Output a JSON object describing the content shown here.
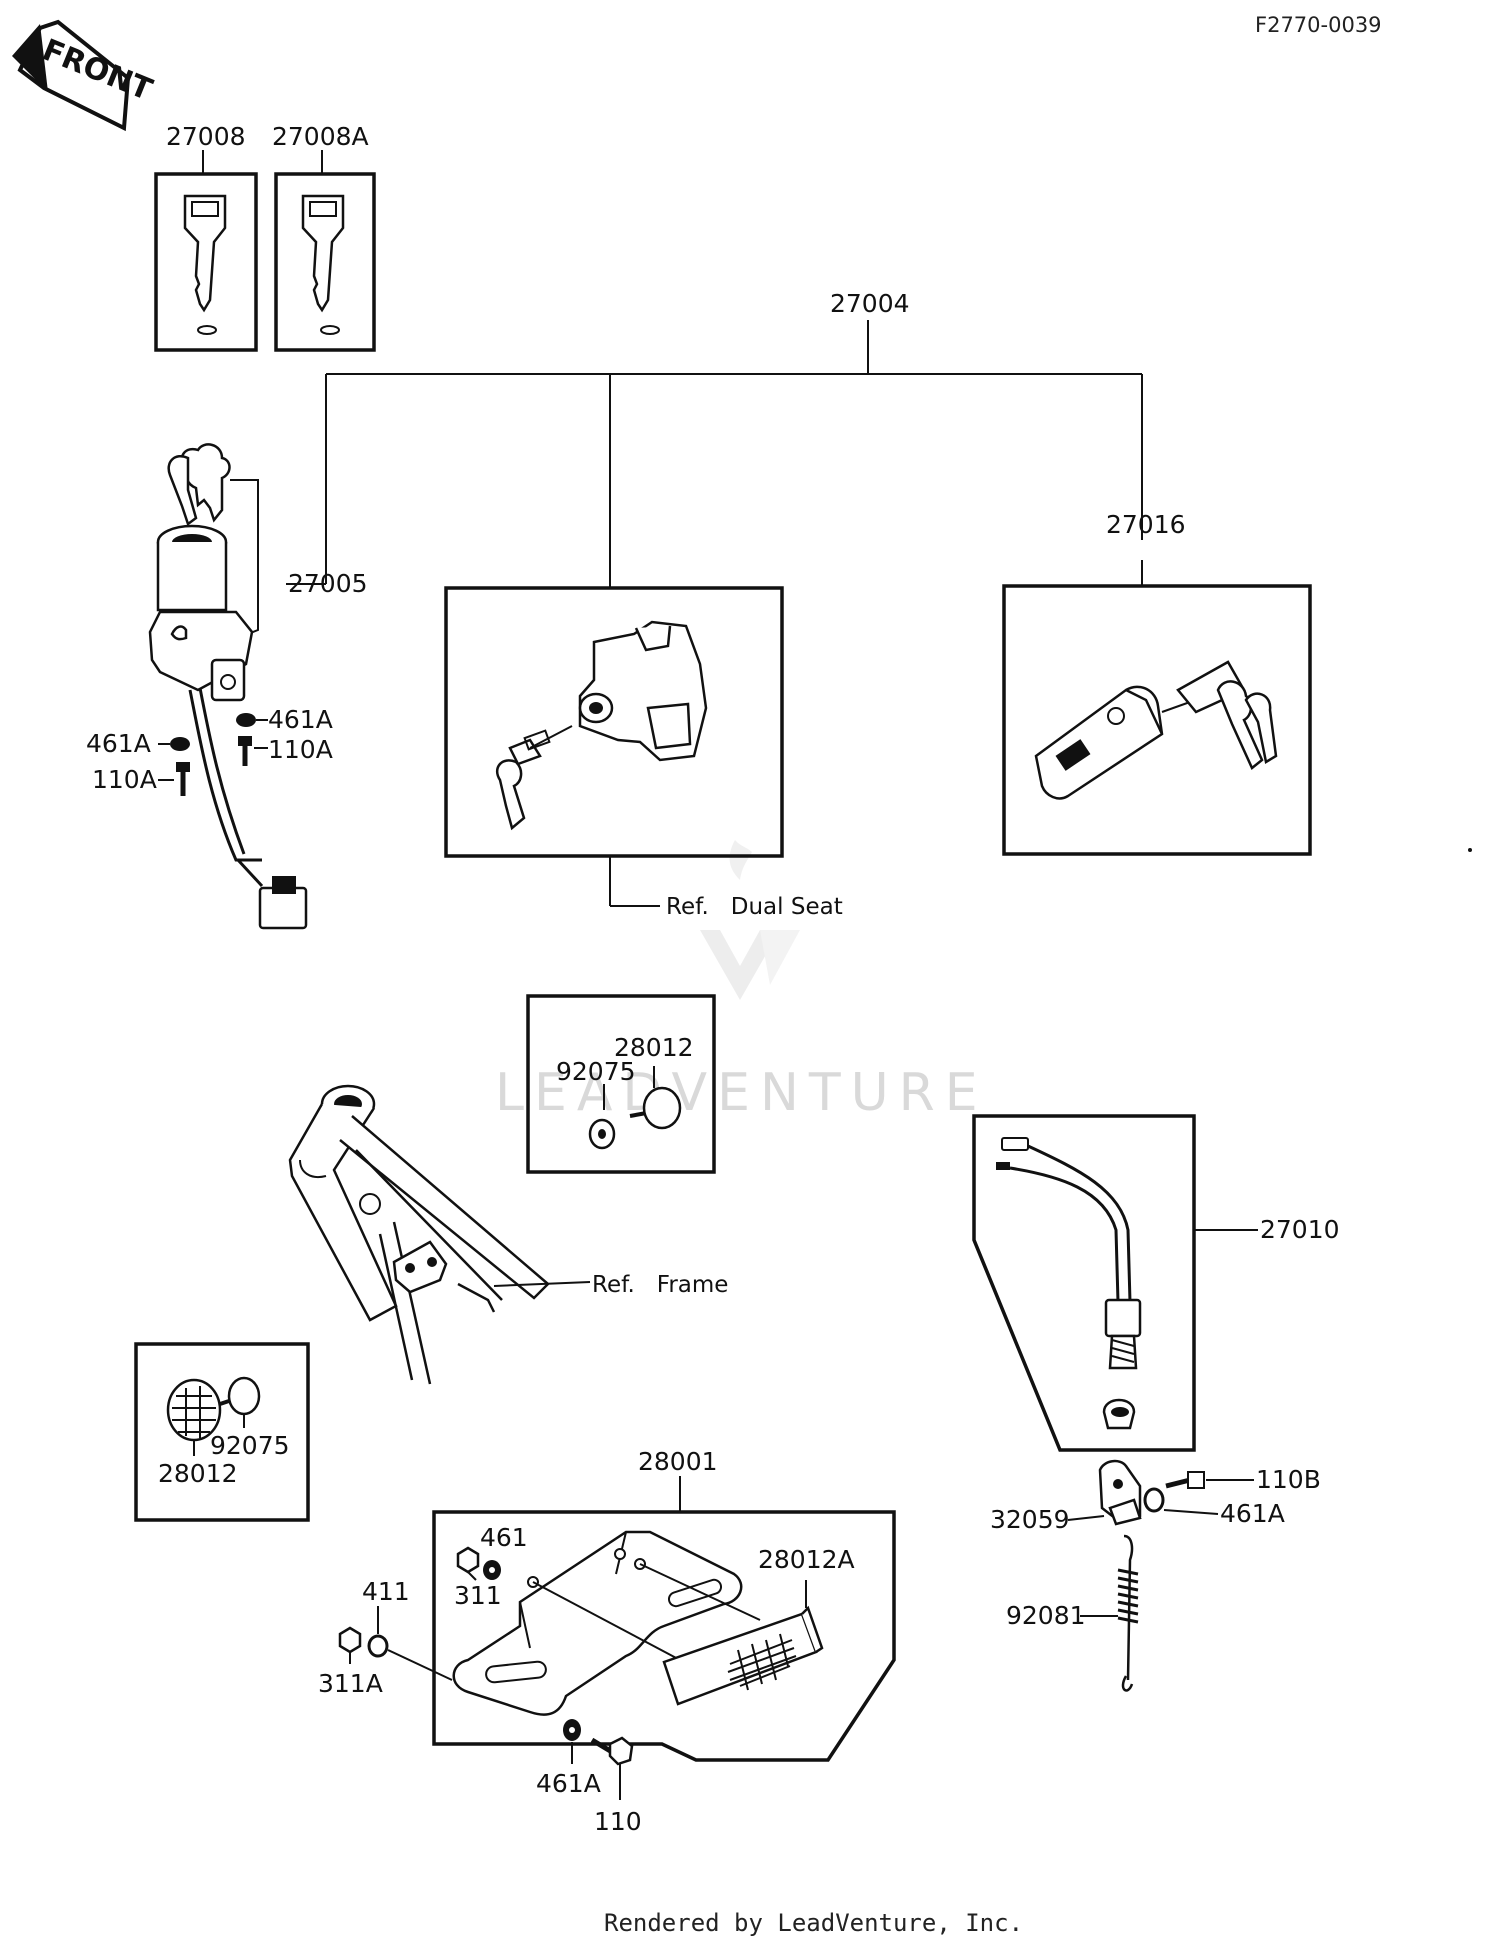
{
  "diagram_code": "F2770-0039",
  "front_label": "FRONT",
  "watermark": "LEADVENTURE",
  "footer": "Rendered by LeadVenture, Inc.",
  "labels": {
    "p27008": "27008",
    "p27008a": "27008A",
    "p27004": "27004",
    "p27005": "27005",
    "p27016": "27016",
    "p461a_l1": "461A",
    "p461a_l2": "461A",
    "p110a_l1": "110A",
    "p110a_l2": "110A",
    "ref_dual_seat": "Ref.   Dual Seat",
    "p28012_c": "28012",
    "p92075_c": "92075",
    "ref_frame": "Ref.   Frame",
    "p27010": "27010",
    "p92075_l": "92075",
    "p28012_l": "28012",
    "p28001": "28001",
    "p461": "461",
    "p311": "311",
    "p411": "411",
    "p311a": "311A",
    "p28012a": "28012A",
    "p461a_b": "461A",
    "p110": "110",
    "p110b": "110B",
    "p32059": "32059",
    "p461a_r": "461A",
    "p92081": "92081"
  }
}
